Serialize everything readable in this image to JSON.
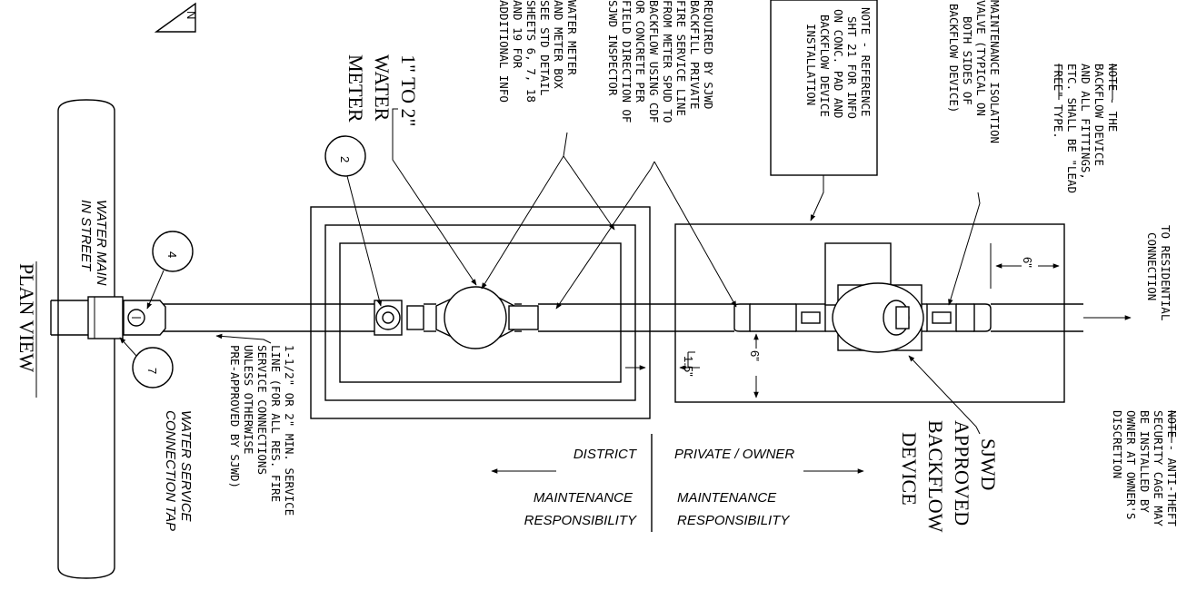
{
  "texts": {
    "north": "N",
    "water_meter_title": [
      "1\" TO 2\"",
      "WATER",
      "METER"
    ],
    "note_backfill": [
      "REQUIRED BY SJWD",
      "BACKFILL PRIVATE",
      "FIRE SERVICE LINE",
      "FROM METER SPUD TO",
      "BACKFLOW USING CDF",
      "OR CONCRETE PER",
      "FIELD DIRECTION OF",
      "SJWD INSPECTOR"
    ],
    "note_meter_box": [
      "WATER METER",
      "AND METER BOX",
      "SEE STD DETAIL",
      "SHEETS 6, 7, 18",
      "AND 19 FOR",
      "ADDITIONAL INFO"
    ],
    "note_reference": [
      "NOTE - REFERENCE",
      "SHT 21 FOR INFO",
      "ON CONC. PAD AND",
      "BACKFLOW DEVICE",
      "INSTALLATION"
    ],
    "note_isolation": [
      "MAINTENANCE ISOLATION",
      "VALVE (TYPICAL ON",
      "BOTH SIDES OF",
      "BACKFLOW DEVICE)"
    ],
    "note_lead_free": [
      "NOTE - THE",
      "BACKFLOW DEVICE",
      "AND ALL FITTINGS,",
      "ETC. SHALL BE \"LEAD",
      "FREE\" TYPE."
    ],
    "to_residential": [
      "TO RESIDENTIAL",
      "CONNECTION"
    ],
    "note_anti_theft": [
      "NOTE - ANTI-THEFT",
      "SECURITY CAGE MAY",
      "BE INSTALLED BY",
      "OWNER AT OWNER'S",
      "DISCRETION"
    ],
    "water_main": [
      "WATER MAIN",
      "IN STREET"
    ],
    "plan_view": "PLAN VIEW",
    "service_tap": [
      "WATER SERVICE",
      "CONNECTION TAP"
    ],
    "service_line": [
      "1-1/2\" OR 2\" MIN. SERVICE",
      "LINE (FOR ALL RES. FIRE",
      "SERVICE CONNECTIONS",
      "UNLESS OTHERWISE",
      "PRE-APPROVED BY SJWD)"
    ],
    "district": "DISTRICT",
    "private_owner": "PRIVATE / OWNER",
    "maintenance_left": "MAINTENANCE",
    "responsibility_left": "RESPONSIBILITY",
    "maintenance_right": "MAINTENANCE",
    "responsibility_right": "RESPONSIBILITY",
    "backflow_device": [
      "SJWD",
      "APPROVED",
      "BACKFLOW",
      "DEVICE"
    ],
    "dim_6_top": "6\"",
    "dim_6_mid": "6\"",
    "dim_1_5": "1.5\"",
    "callout_2": "2",
    "callout_4": "4",
    "callout_7": "7"
  }
}
